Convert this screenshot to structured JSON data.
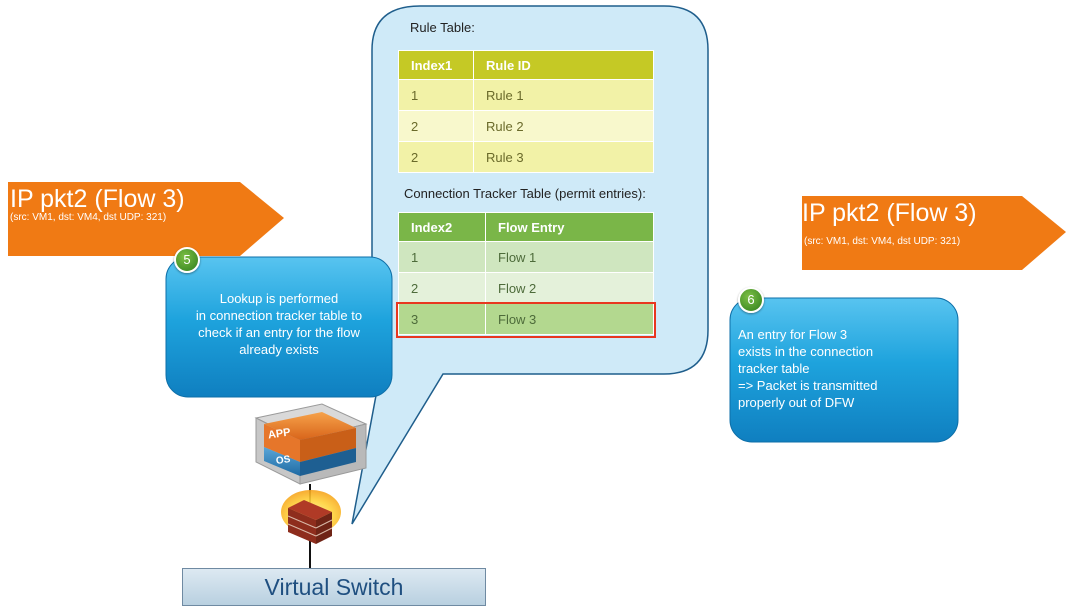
{
  "left_packet": {
    "title": "IP pkt2 (Flow 3)",
    "subtitle": "(src: VM1, dst: VM4, dst UDP: 321)"
  },
  "right_packet": {
    "title": "IP pkt2 (Flow 3)",
    "subtitle": "(src: VM1, dst: VM4, dst UDP: 321)"
  },
  "step5": {
    "number": "5",
    "lines": [
      "Lookup is performed",
      "in connection tracker table to",
      "check if an entry for the flow",
      "already exists"
    ]
  },
  "step6": {
    "number": "6",
    "lines": [
      "An entry for Flow 3",
      "exists in the connection",
      "tracker table",
      "=> Packet is transmitted",
      "properly out of DFW"
    ]
  },
  "rule_table": {
    "label": "Rule Table:",
    "headers": [
      "Index1",
      "Rule ID"
    ],
    "rows": [
      [
        "1",
        "Rule 1"
      ],
      [
        "2",
        "Rule 2"
      ],
      [
        "2",
        "Rule 3"
      ]
    ]
  },
  "conn_table": {
    "label": "Connection Tracker Table (permit entries):",
    "headers": [
      "Index2",
      "Flow Entry"
    ],
    "rows": [
      [
        "1",
        "Flow 1"
      ],
      [
        "2",
        "Flow 2"
      ],
      [
        "3",
        "Flow 3"
      ]
    ],
    "highlighted_row": 2
  },
  "vm_icon": {
    "app_label": "APP",
    "os_label": "OS"
  },
  "virtual_switch": {
    "label": "Virtual Switch"
  },
  "colors": {
    "packet_orange": "#f07a14",
    "callout_blue": "#1a9fd9",
    "bubble_fill": "#cfeaf8",
    "bubble_border": "#1f5e8c",
    "highlight_red": "#e8371f"
  }
}
